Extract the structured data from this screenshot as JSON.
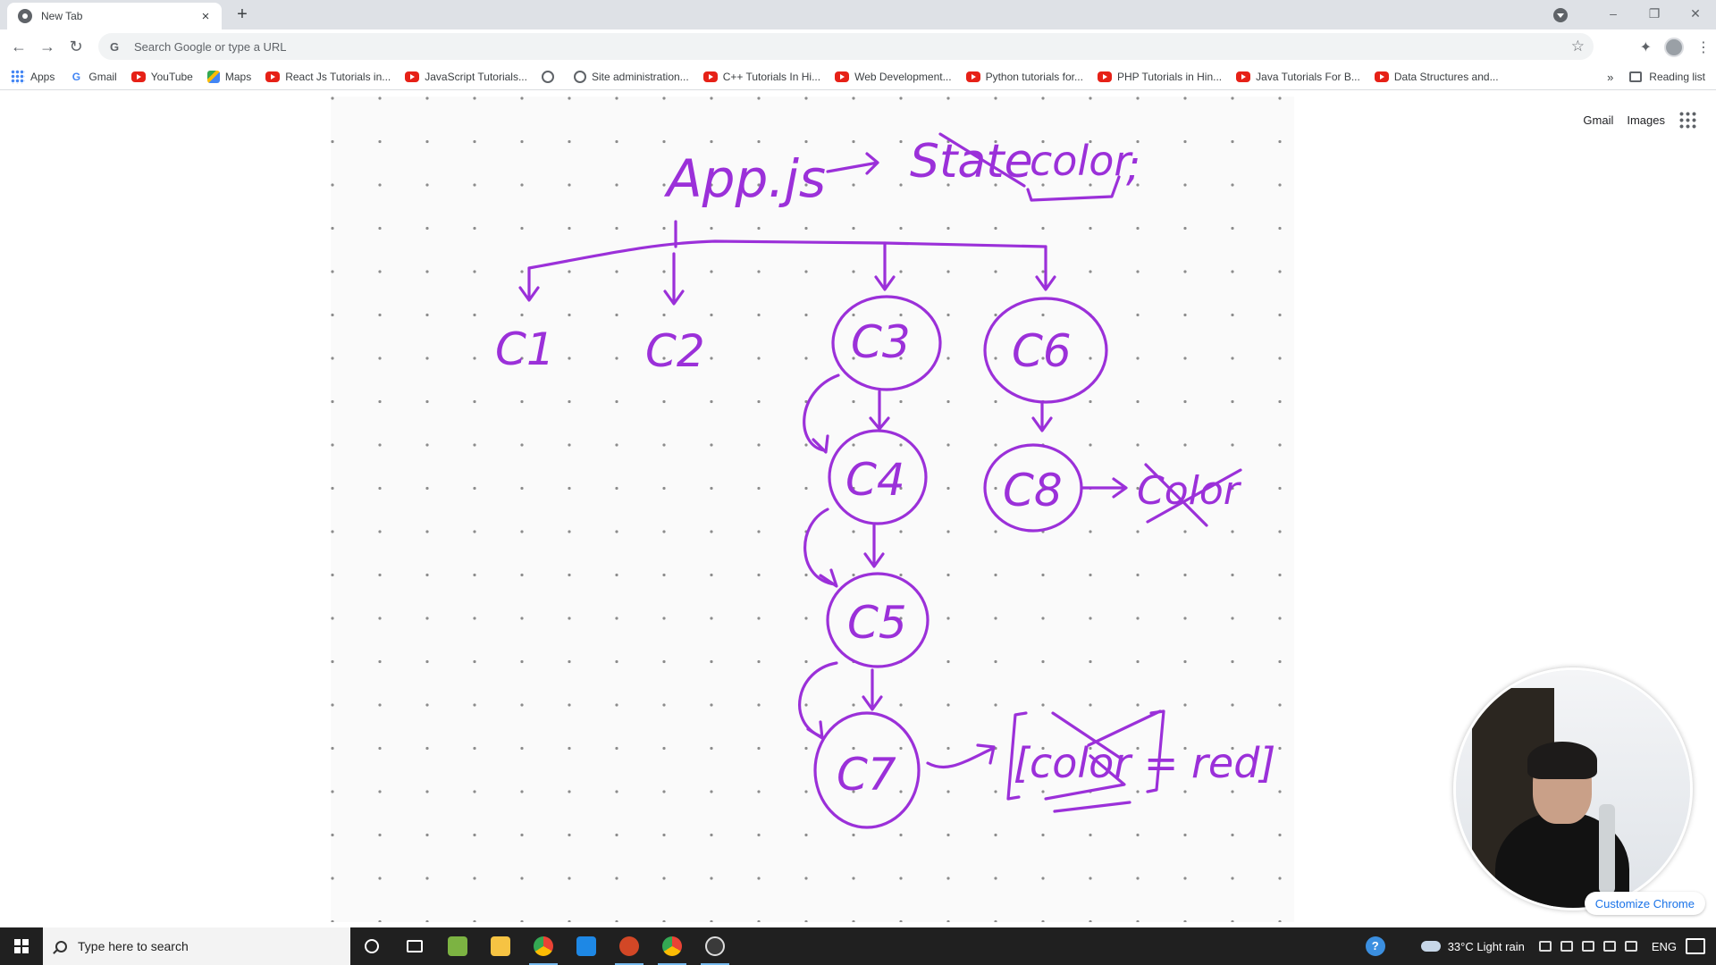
{
  "browser": {
    "tab_title": "New Tab",
    "tab_close": "×",
    "new_tab": "+",
    "omnibox_placeholder": "Search Google or type a URL",
    "bookmarks": [
      {
        "label": "Apps",
        "icon": "apps-grid-icon"
      },
      {
        "label": "Gmail",
        "icon": "gmail-icon"
      },
      {
        "label": "YouTube",
        "icon": "youtube-icon"
      },
      {
        "label": "Maps",
        "icon": "maps-icon"
      },
      {
        "label": "React Js Tutorials in...",
        "icon": "youtube-icon"
      },
      {
        "label": "JavaScript Tutorials...",
        "icon": "youtube-icon"
      },
      {
        "label": "",
        "icon": "globe-icon"
      },
      {
        "label": "Site administration...",
        "icon": "globe-icon"
      },
      {
        "label": "C++ Tutorials In Hi...",
        "icon": "youtube-icon"
      },
      {
        "label": "Web Development...",
        "icon": "youtube-icon"
      },
      {
        "label": "Python tutorials for...",
        "icon": "youtube-icon"
      },
      {
        "label": "PHP Tutorials in Hin...",
        "icon": "youtube-icon"
      },
      {
        "label": "Java Tutorials For B...",
        "icon": "youtube-icon"
      },
      {
        "label": "Data Structures and...",
        "icon": "youtube-icon"
      }
    ],
    "bookmarks_overflow": "»",
    "reading_list": "Reading list"
  },
  "ntp": {
    "gmail_link": "Gmail",
    "images_link": "Images",
    "customize_button": "Customize Chrome"
  },
  "whiteboard": {
    "root_label": "App.js",
    "state_label": "State",
    "state_value": "color",
    "semicolon": ";",
    "nodes": [
      "C1",
      "C2",
      "C3",
      "C4",
      "C5",
      "C6",
      "C7",
      "C8"
    ],
    "c8_target": "Color",
    "c7_target": "[color = red]",
    "ink_color": "#9b30d9"
  },
  "taskbar": {
    "search_placeholder": "Type here to search",
    "weather": "33°C  Light rain",
    "language": "ENG",
    "help_glyph": "?"
  }
}
